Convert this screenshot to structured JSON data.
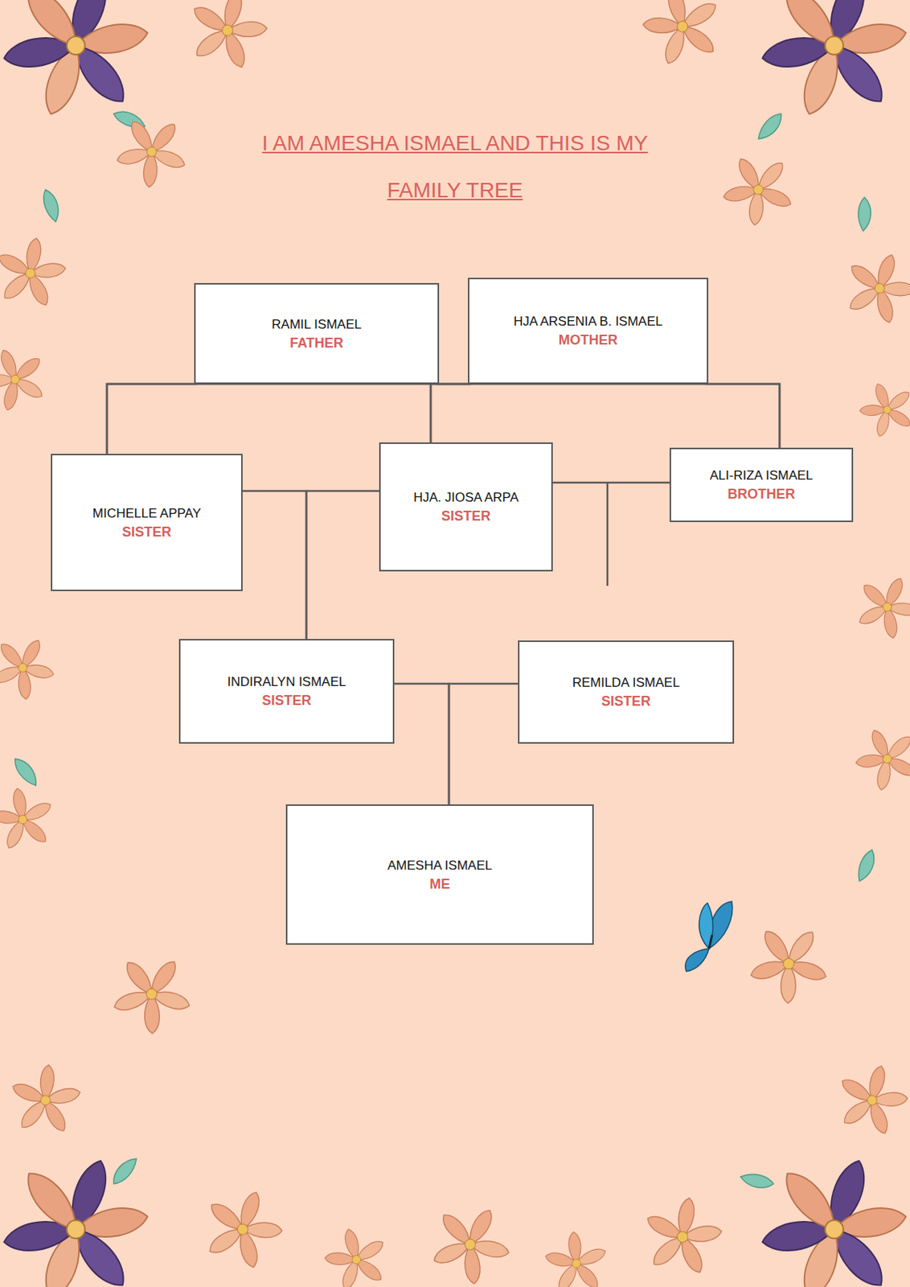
{
  "diagram": {
    "title": "I AM AMESHA ISMAEL AND THIS IS MY FAMILY TREE",
    "nodes": [
      {
        "text": [
          "RAMIL ISMAEL",
          "FATHER"
        ]
      },
      {
        "text": [
          "HJA ARSENIA B. ISMAEL",
          "MOTHER"
        ]
      },
      {
        "text": [
          "MICHELLE APPAY",
          "SISTER"
        ]
      },
      {
        "text": [
          "HJA. JIOSA ARPA",
          "SISTER"
        ]
      },
      {
        "text": [
          "ALI-RIZA ISMAEL",
          "BROTHER"
        ]
      },
      {
        "text": [
          "INDIRALYN ISMAEL",
          "SISTER"
        ]
      },
      {
        "text": [
          "REMILDA ISMAEL",
          "SISTER"
        ]
      },
      {
        "text": [
          "AMESHA ISMAEL",
          "ME"
        ]
      }
    ],
    "edges": [
      {
        "from": 0,
        "to": 2,
        "arrow": "none"
      },
      {
        "from": 0,
        "to": 3,
        "arrow": "none"
      },
      {
        "from": 0,
        "to": 4,
        "arrow": "none"
      },
      {
        "from": 1,
        "to": 2,
        "arrow": "none"
      },
      {
        "from": 1,
        "to": 3,
        "arrow": "none"
      },
      {
        "from": 1,
        "to": 4,
        "arrow": "none"
      },
      {
        "from": 2,
        "to": 5,
        "arrow": "none"
      },
      {
        "from": 3,
        "to": 5,
        "arrow": "none"
      },
      {
        "from": 3,
        "to": 4,
        "arrow": "none"
      },
      {
        "from": 5,
        "to": 7,
        "arrow": "none"
      },
      {
        "from": 6,
        "to": 7,
        "arrow": "none"
      }
    ]
  }
}
